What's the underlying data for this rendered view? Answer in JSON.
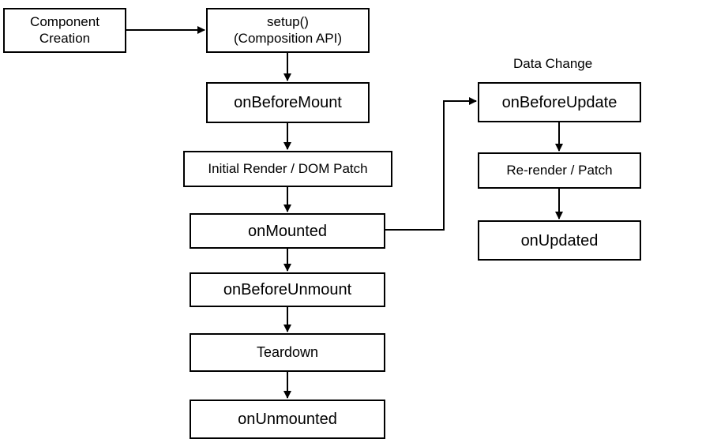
{
  "nodes": {
    "component_creation": "Component\nCreation",
    "setup": "setup()\n(Composition API)",
    "on_before_mount": "onBeforeMount",
    "initial_render": "Initial Render / DOM Patch",
    "on_mounted": "onMounted",
    "on_before_unmount": "onBeforeUnmount",
    "teardown": "Teardown",
    "on_unmounted": "onUnmounted",
    "on_before_update": "onBeforeUpdate",
    "re_render": "Re-render / Patch",
    "on_updated": "onUpdated"
  },
  "labels": {
    "data_change": "Data Change"
  },
  "colors": {
    "stroke": "#000000",
    "box_fill": "#ffffff",
    "background": "#ffffff"
  }
}
